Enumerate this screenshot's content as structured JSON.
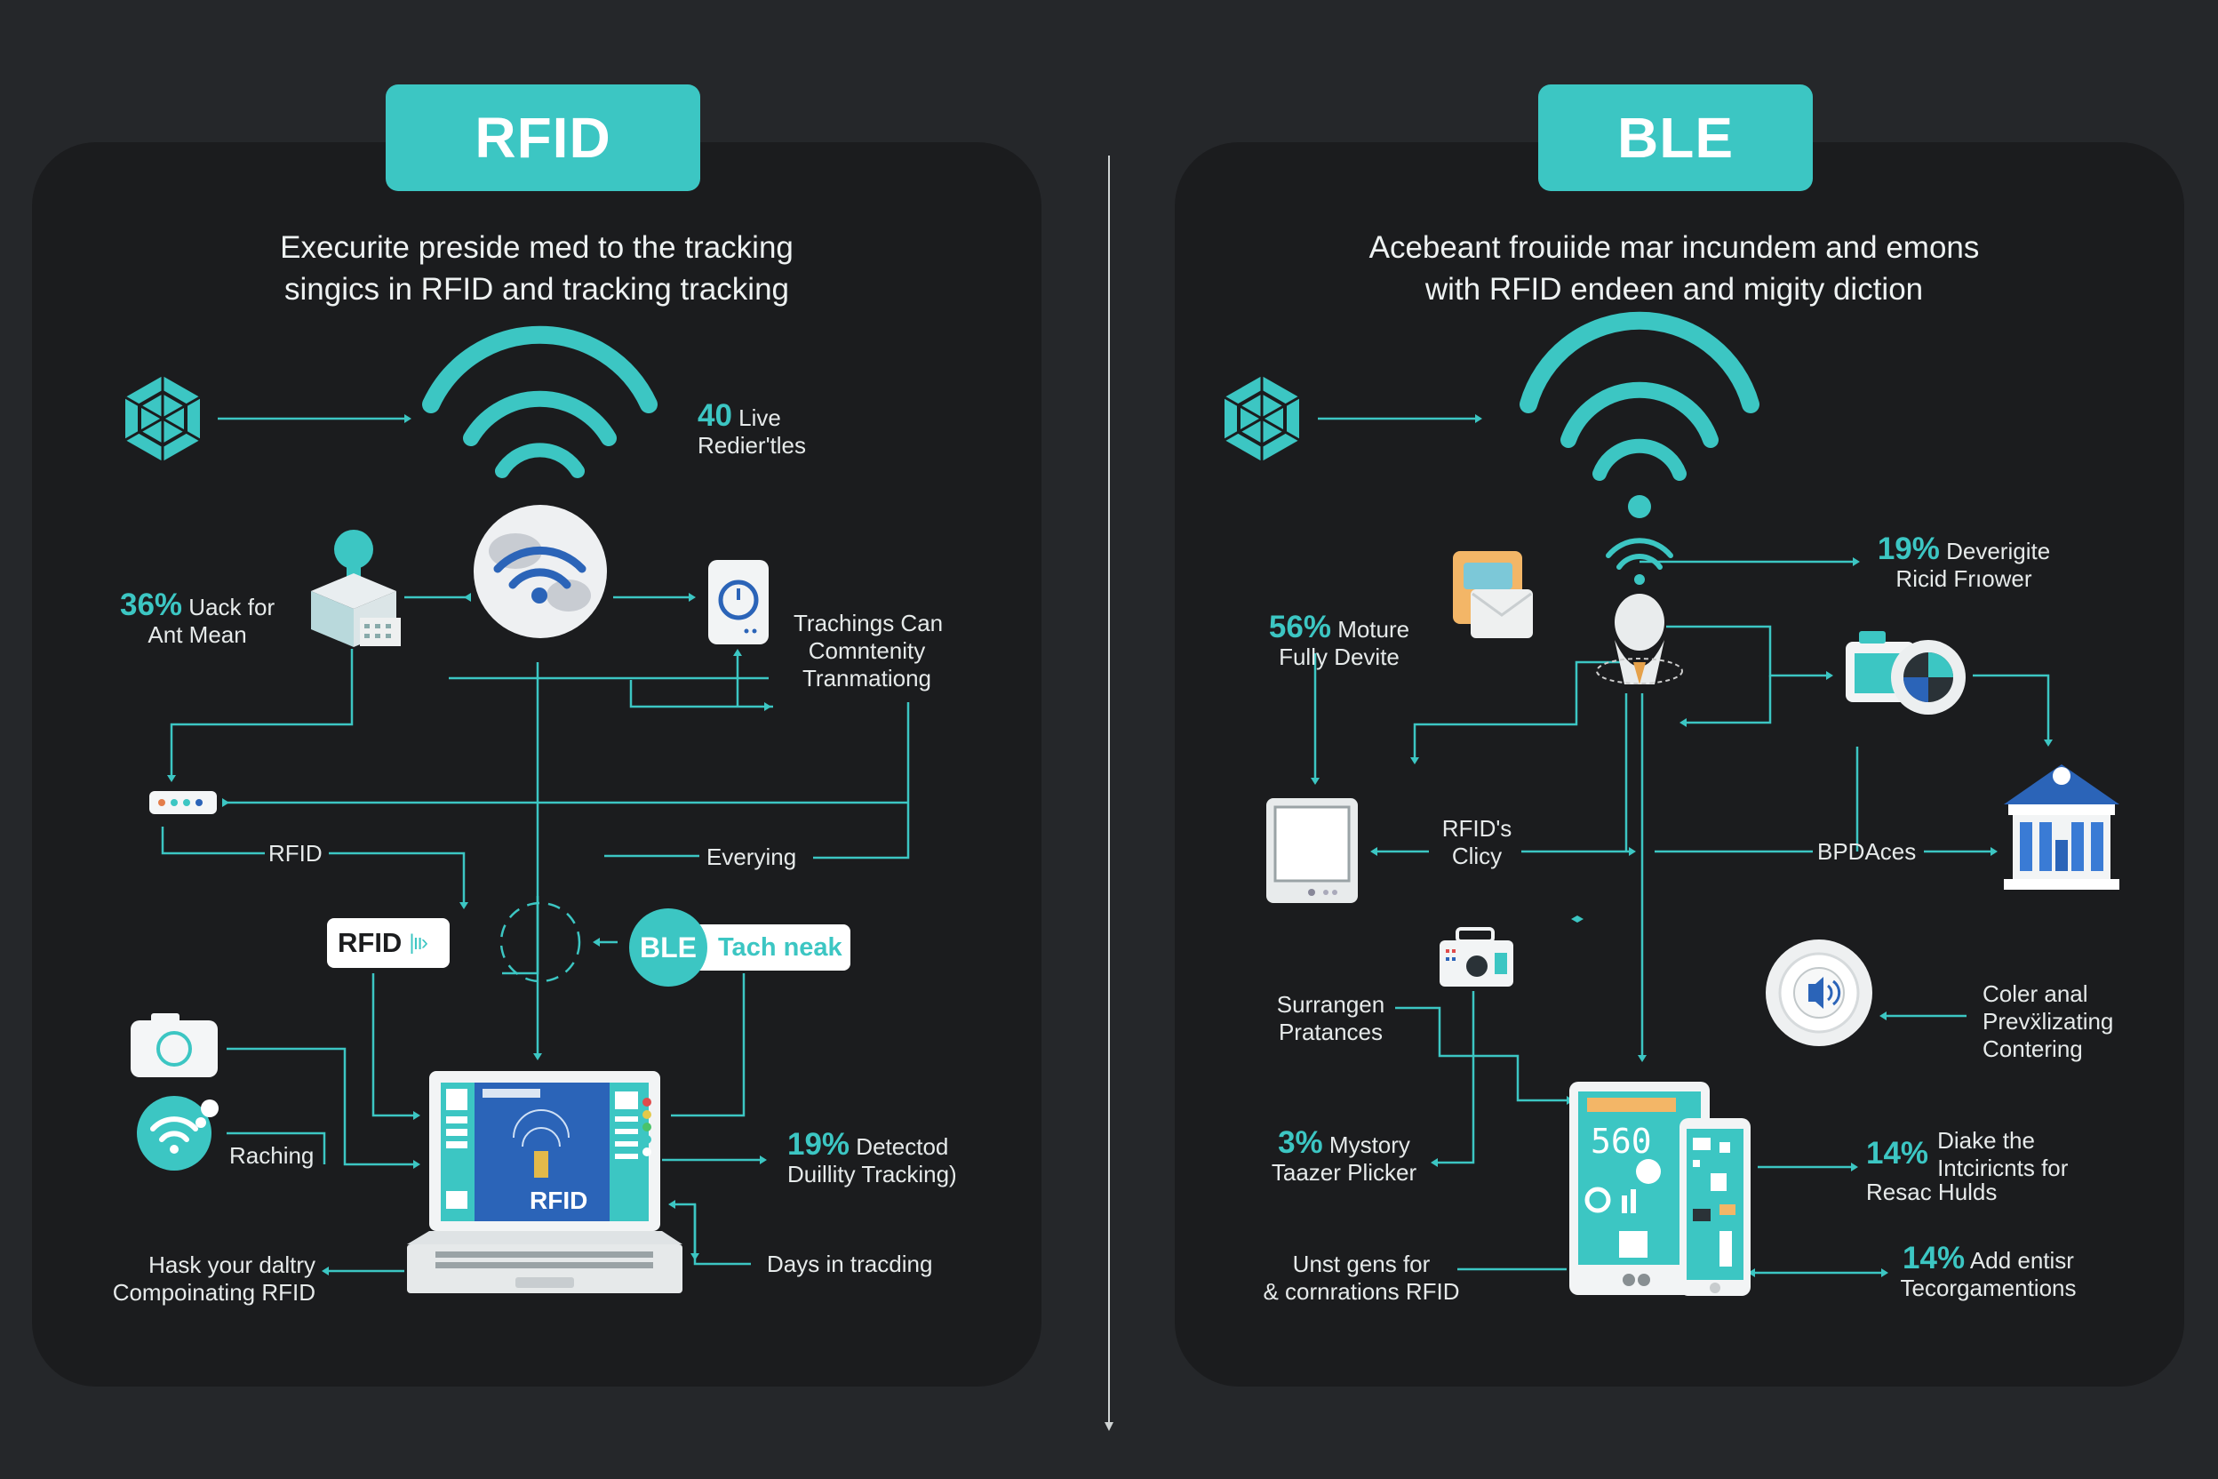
{
  "rfid": {
    "tab": "RFID",
    "subtitle_1": "Execurite preside med to the tracking",
    "subtitle_2": "singics in RFID and tracking tracking",
    "s1_pct": "40",
    "s1_a": "Live",
    "s1_b": "Redier'tles",
    "s2_pct": "36%",
    "s2_a": "Uack for",
    "s2_b": "Ant Mean",
    "s3_1": "Trachings Can",
    "s3_2": "Comntenity",
    "s3_3": "Tranmationg",
    "rfid_line": "RFID",
    "everying": "Everying",
    "chip_rfid": "RFID",
    "chip_ble": "BLE",
    "chip_ble_text": "Tach neak",
    "raching": "Raching",
    "screen_label": "RFID",
    "s4_pct": "19%",
    "s4_a": "Detectod",
    "s4_b": "Duillity Tracking)",
    "days": "Days in tracding",
    "hask_1": "Hask your daltry",
    "hask_2": "Compoinating RFID"
  },
  "ble": {
    "tab": "BLE",
    "subtitle_1": "Acebeant frouiide mar incundem and emons",
    "subtitle_2": "with RFID endeen and migity diction",
    "s1_pct": "19%",
    "s1_a": "Deverigite",
    "s1_b": "Ricid Frıower",
    "s2_pct": "56%",
    "s2_a": "Moture",
    "s2_b": "Fully Devite",
    "rfids_1": "RFID's",
    "rfids_2": "Clicy",
    "bpd": "BPDAces",
    "coler_1": "Coler anal",
    "coler_2": "Prevẍlizating",
    "coler_3": "Contering",
    "surr_1": "Surrangen",
    "surr_2": "Pratances",
    "s3_pct": "3%",
    "s3_a": "Mystory",
    "s3_b": "Taazer Plicker",
    "s4_pct": "14%",
    "s4_a": "Diake the",
    "s4_b": "Intciricnts for",
    "s4_c": "Resac Hulds",
    "unst_1": "Unst gens for",
    "unst_2": "& cornrations RFID",
    "s5_pct": "14%",
    "s5_a": "Add entisr",
    "s5_b": "Tecorgamentions",
    "phone_screen": "560"
  },
  "colors": {
    "accent": "#3cc6c3",
    "background": "#25272a",
    "panel": "#1b1c1e",
    "text": "#e8ecec",
    "blue": "#2b64b8"
  },
  "icons": [
    "hexagon-cube-icon",
    "wifi-icon",
    "globe-icon",
    "person-building-icon",
    "app-icon",
    "router-icon",
    "camera-icon",
    "wifi-bubble-icon",
    "laptop-icon",
    "folder-mail-icon",
    "person-icon",
    "camera-lens-icon",
    "bank-icon",
    "tablet-icon",
    "radio-icon",
    "speaker-icon",
    "phone-tablet-icon"
  ]
}
